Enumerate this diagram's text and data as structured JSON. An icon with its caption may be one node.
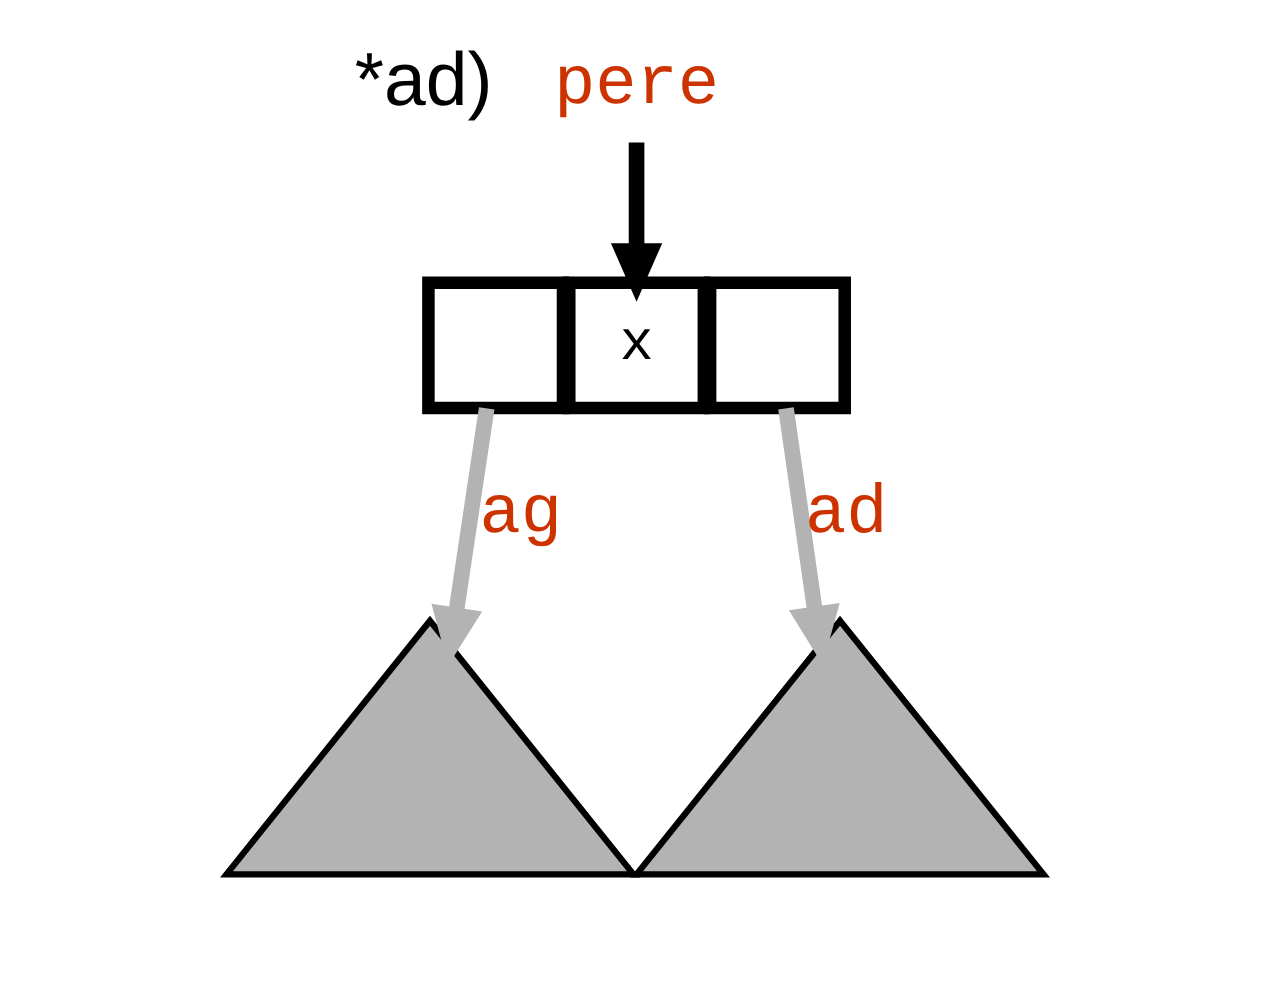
{
  "diagram": {
    "nodes": [
      {
        "text": [
          "pere"
        ]
      },
      {
        "text": [],
        "shape": "box"
      },
      {
        "text": [
          "x"
        ]
      },
      {
        "text": [],
        "shape": "box"
      },
      {
        "text": [],
        "shape": "triangle"
      },
      {
        "text": [],
        "shape": "triangle"
      }
    ],
    "edges": [
      {
        "from": 0,
        "to": 2,
        "arrow": "to",
        "color": "#000000"
      },
      {
        "from": 1,
        "to": 4,
        "arrow": "to",
        "label": "ag"
      },
      {
        "from": 3,
        "to": 5,
        "arrow": "to",
        "label": "ad"
      }
    ],
    "labels": [
      "*ad)"
    ]
  }
}
